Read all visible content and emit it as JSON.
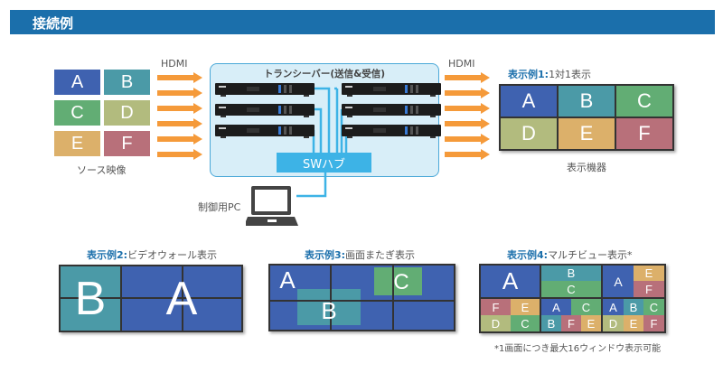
{
  "header": {
    "title": "接続例"
  },
  "colors": {
    "header_bg": "#1b6fab",
    "caption_blue": "#1b6fab",
    "arrow": "#f59a3a",
    "cable": "#3db3e6",
    "transceiver_box_bg": "#d8eef8",
    "transceiver_box_border": "#4aa8d8",
    "A": "#3f62b0",
    "B": "#4b9aa7",
    "C": "#62ad74",
    "D": "#b2bb7e",
    "E": "#dcb06a",
    "F": "#b8707a"
  },
  "sources": {
    "tiles": [
      "A",
      "B",
      "C",
      "D",
      "E",
      "F"
    ],
    "label": "ソース映像"
  },
  "hdmi_in_label": "HDMI",
  "hdmi_out_label": "HDMI",
  "transceiver": {
    "title": "トランシーバー(送信&受信)",
    "hub_label": "SWハブ",
    "device_count": 6
  },
  "control_pc": {
    "label": "制御用PC"
  },
  "example1": {
    "caption_bold": "表示例1:",
    "caption_text": "1対1表示",
    "tiles": [
      "A",
      "B",
      "C",
      "D",
      "E",
      "F"
    ],
    "device_label": "表示機器"
  },
  "example2": {
    "caption_bold": "表示例2:",
    "caption_text": "ビデオウォール表示",
    "left_letter": "B",
    "right_letter": "A"
  },
  "example3": {
    "caption_bold": "表示例3:",
    "caption_text": "画面またぎ表示",
    "windows": [
      "A",
      "B",
      "C"
    ]
  },
  "example4": {
    "caption_bold": "表示例4:",
    "caption_text": "マルチビュー表示*",
    "screens": [
      [
        "A"
      ],
      [
        "B",
        "C"
      ],
      [
        "A",
        "E",
        "F"
      ],
      [
        "F",
        "E",
        "D",
        "C"
      ],
      [
        "A",
        "C",
        "B",
        "F",
        "E"
      ],
      [
        "A",
        "B",
        "C",
        "D",
        "E",
        "F"
      ]
    ],
    "footnote": "*1画面につき最大16ウィンドウ表示可能"
  }
}
